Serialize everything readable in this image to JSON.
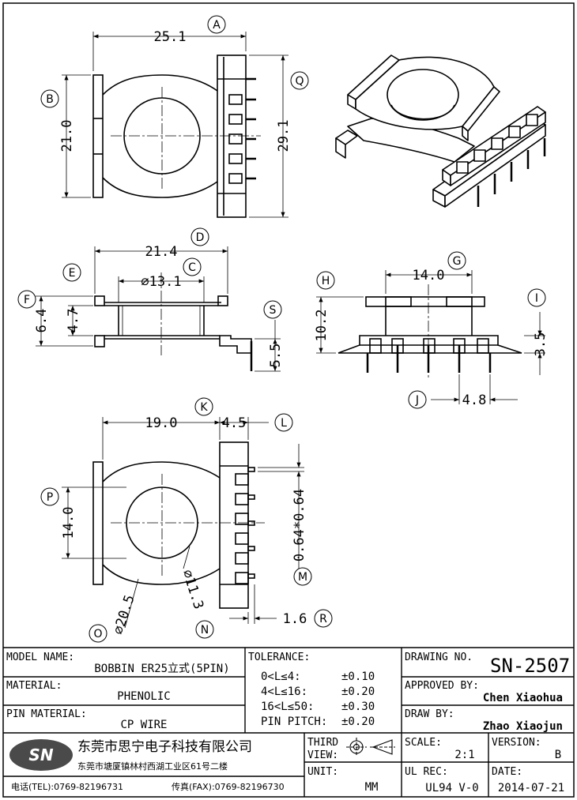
{
  "dimensions": {
    "A": {
      "label": "A",
      "value": "25.1"
    },
    "B": {
      "label": "B",
      "value": "21.0"
    },
    "Q": {
      "label": "Q",
      "value": "29.1"
    },
    "D": {
      "label": "D",
      "value": "21.4"
    },
    "C": {
      "label": "C",
      "value": "⌀13.1"
    },
    "E": {
      "label": "E",
      "value": "4.7"
    },
    "F": {
      "label": "F",
      "value": "6.4"
    },
    "S": {
      "label": "S",
      "value": "5.5"
    },
    "G": {
      "label": "G",
      "value": "14.0"
    },
    "H": {
      "label": "H",
      "value": "10.2"
    },
    "I": {
      "label": "I",
      "value": "3.5"
    },
    "J": {
      "label": "J",
      "value": "4.8"
    },
    "K": {
      "label": "K",
      "value": "19.0"
    },
    "L": {
      "label": "L",
      "value": "4.5"
    },
    "P": {
      "label": "P",
      "value": "14.0"
    },
    "M": {
      "label": "M",
      "value": "0.64*0.64"
    },
    "O": {
      "label": "O",
      "value": "⌀20.5"
    },
    "N": {
      "label": "N",
      "value": "⌀11.3"
    },
    "R": {
      "label": "R",
      "value": "1.6"
    }
  },
  "title_block": {
    "model_name_label": "MODEL NAME:",
    "model_name_value": "BOBBIN ER25立式(5PIN)",
    "material_label": "MATERIAL:",
    "material_value": "PHENOLIC",
    "pin_material_label": "PIN MATERIAL:",
    "pin_material_value": "CP WIRE",
    "tolerance_label": "TOLERANCE:",
    "tolerances": [
      {
        "range": "0<L≤4:",
        "value": "±0.10"
      },
      {
        "range": "4<L≤16:",
        "value": "±0.20"
      },
      {
        "range": "16<L≤50:",
        "value": "±0.30"
      },
      {
        "range": "PIN PITCH:",
        "value": "±0.20"
      }
    ],
    "drawing_no_label": "DRAWING NO.",
    "drawing_no_value": "SN-2507",
    "approved_by_label": "APPROVED BY:",
    "approved_by_value": "Chen Xiaohua",
    "draw_by_label": "DRAW BY:",
    "draw_by_value": "Zhao Xiaojun",
    "company_logo": "SN",
    "company_name": "东莞市思宁电子科技有限公司",
    "company_address": "东莞市塘厦镇林村西湖工业区61号二楼",
    "tel": "电话(TEL):0769-82196731",
    "fax": "传真(FAX):0769-82196730",
    "third_view_label_1": "THIRD",
    "third_view_label_2": "VIEW:",
    "unit_label": "UNIT:",
    "unit_value": "MM",
    "scale_label": "SCALE:",
    "scale_value": "2:1",
    "version_label": "VERSION:",
    "version_value": "B",
    "ul_rec_label": "UL REC:",
    "ul_rec_value": "UL94 V-0",
    "date_label": "DATE:",
    "date_value": "2014-07-21"
  }
}
